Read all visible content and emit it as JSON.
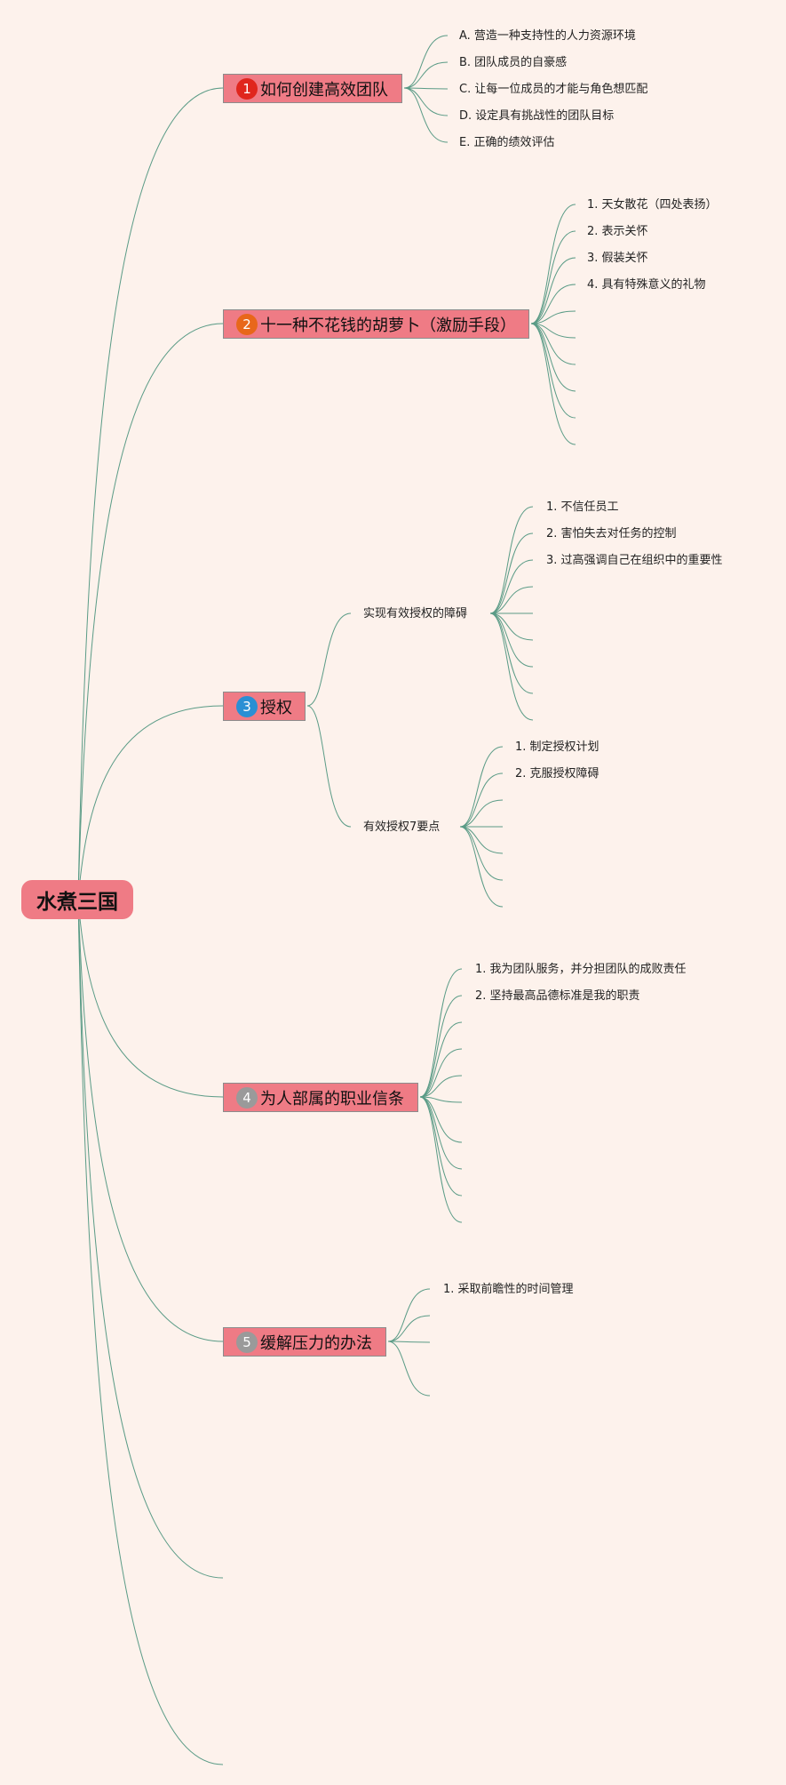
{
  "root": {
    "label": "水煮三国"
  },
  "colors": {
    "background": "#fdf2ec",
    "topic_fill": "#ef7b85",
    "connector": "#5a9b86",
    "badges": [
      "#e0261d",
      "#e8671a",
      "#2a8fd4",
      "#9a9a9a",
      "#9a9a9a"
    ]
  },
  "topics": [
    {
      "badge": "1",
      "label": "如何创建高效团队",
      "items": [
        "A. 营造一种支持性的人力资源环境",
        "B. 团队成员的自豪感",
        "C. 让每一位成员的才能与角色想匹配",
        "D. 设定具有挑战性的团队目标",
        "E. 正确的绩效评估"
      ]
    },
    {
      "badge": "2",
      "label": "十一种不花钱的胡萝卜（激励手段）",
      "items": [
        "1. 天女散花（四处表扬）",
        "2. 表示关怀",
        "3. 假装关怀",
        "4. 具有特殊意义的礼物"
      ]
    },
    {
      "badge": "3",
      "label": "授权",
      "subtopics": [
        {
          "label": "实现有效授权的障碍",
          "items": [
            "1. 不信任员工",
            "2. 害怕失去对任务的控制",
            "3. 过高强调自己在组织中的重要性"
          ]
        },
        {
          "label": "有效授权7要点",
          "items": [
            "1. 制定授权计划",
            "2. 克服授权障碍"
          ]
        }
      ]
    },
    {
      "badge": "4",
      "label": "为人部属的职业信条",
      "items": [
        "1. 我为团队服务，并分担团队的成败责任",
        "2. 坚持最高品德标准是我的职责"
      ]
    },
    {
      "badge": "5",
      "label": "缓解压力的办法",
      "items": [
        "1. 采取前瞻性的时间管理"
      ]
    }
  ]
}
